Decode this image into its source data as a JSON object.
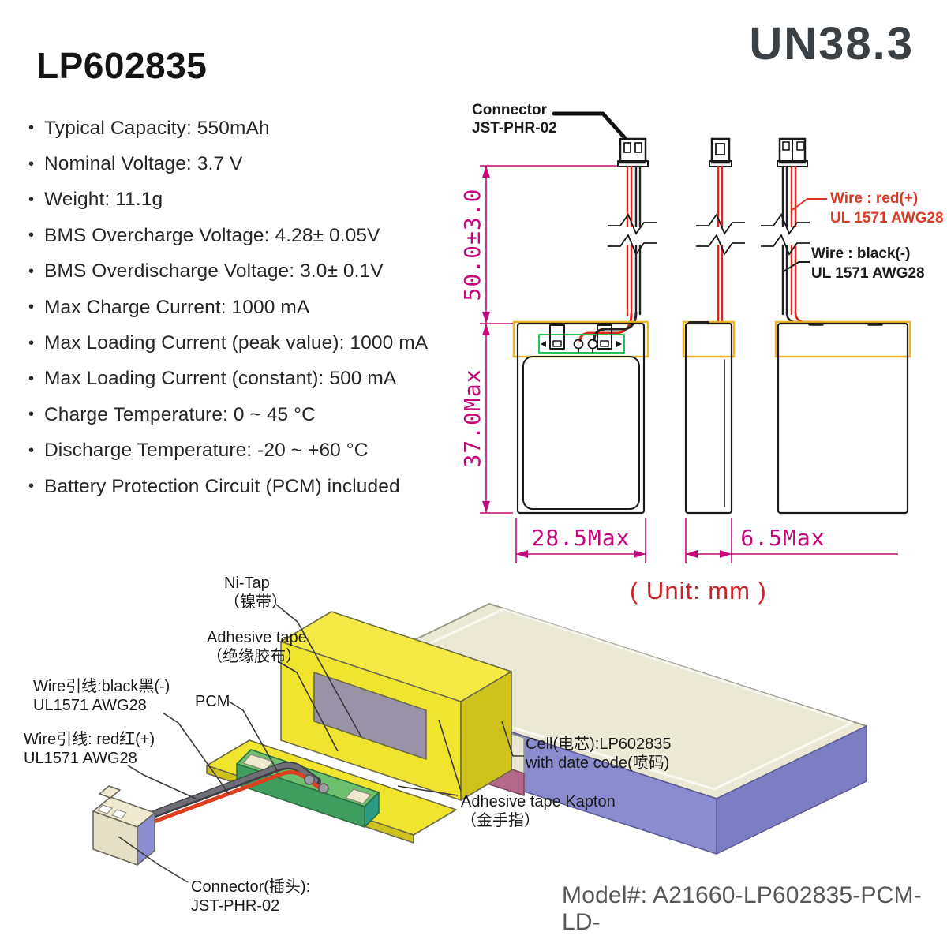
{
  "header": {
    "title": "LP602835",
    "certification": "UN38.3"
  },
  "specs": {
    "items": [
      "Typical Capacity: 550mAh",
      "Nominal Voltage: 3.7 V",
      "Weight: 11.1g",
      "BMS Overcharge Voltage: 4.28± 0.05V",
      "BMS Overdischarge Voltage: 3.0± 0.1V",
      "Max Charge Current: 1000 mA",
      "Max Loading Current (peak value): 1000 mA",
      "Max Loading Current (constant): 500 mA",
      "Charge Temperature: 0 ~ 45 °C",
      "Discharge Temperature: -20 ~ +60 °C",
      "Battery Protection Circuit (PCM) included"
    ],
    "bullet": "•"
  },
  "drawing": {
    "connector_label": {
      "line1": "Connector",
      "line2": "JST-PHR-02"
    },
    "wire_red_label": {
      "line1": "Wire : red(+)",
      "line2": "UL 1571 AWG28"
    },
    "wire_black_label": {
      "line1": "Wire : black(-)",
      "line2": "UL 1571 AWG28"
    },
    "dimensions": {
      "lead_length": "50.0±3.0",
      "body_height": "37.0Max",
      "body_width": "28.5Max",
      "body_thickness": "6.5Max"
    },
    "unit_note": "( Unit: mm )"
  },
  "exploded": {
    "labels": {
      "ni_tap": {
        "line1": "Ni-Tap",
        "line2": "（镍带）"
      },
      "adhesive_tape": {
        "line1": "Adhesive tape",
        "line2": "（绝缘胶布）"
      },
      "wire_black": {
        "line1": "Wire引线:black黑(-)",
        "line2": "UL1571 AWG28"
      },
      "wire_red": {
        "line1": "Wire引线: red红(+)",
        "line2": "UL1571 AWG28"
      },
      "pcm": {
        "line1": "PCM"
      },
      "connector": {
        "line1": "Connector(插头):",
        "line2": "JST-PHR-02"
      },
      "kapton": {
        "line1": "Adhesive tape Kapton",
        "line2": "（金手指）"
      },
      "cell": {
        "line1": "Cell(电芯):LP602835",
        "line2": "with date code(喷码)"
      }
    }
  },
  "footer": {
    "model": "Model#: A21660-LP602835-PCM-LD-"
  },
  "colors": {
    "dimension_magenta": "#c4087c",
    "wire_red": "#e02417",
    "label_red": "#d93a26",
    "unit_red": "#cc2125",
    "tape_yellow": "#f1e42e",
    "strip_border_yellow": "#f0b228",
    "pcb_green": "#21c35a",
    "cell_purple": "#8b8bcf",
    "heading_gray": "#3b4044"
  }
}
